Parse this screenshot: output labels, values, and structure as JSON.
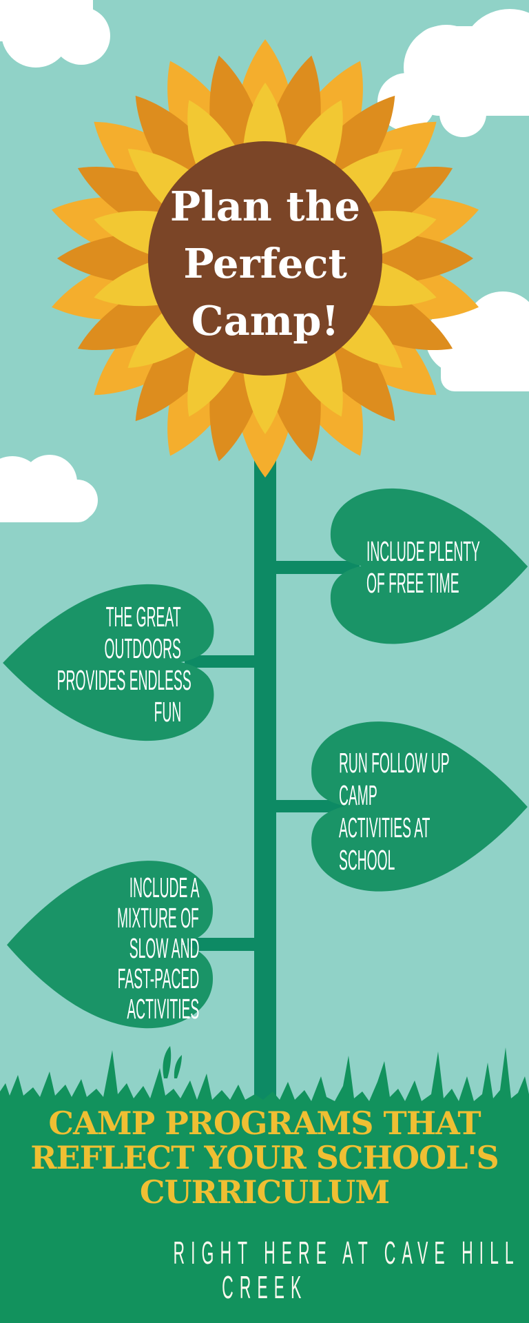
{
  "poster": {
    "flower_title": {
      "lines": [
        "Plan the",
        "Perfect",
        "Camp!"
      ]
    },
    "leaves": [
      {
        "name": "free-time",
        "lines": [
          "INCLUDE PLENTY",
          "OF FREE TIME"
        ]
      },
      {
        "name": "great-outdoors",
        "lines": [
          "THE GREAT",
          "OUTDOORS",
          "PROVIDES ENDLESS",
          "FUN"
        ]
      },
      {
        "name": "follow-up",
        "lines": [
          "RUN FOLLOW UP",
          "CAMP",
          "ACTIVITIES AT",
          "SCHOOL"
        ]
      },
      {
        "name": "mixture",
        "lines": [
          "INCLUDE A",
          "MIXTURE OF",
          "SLOW AND",
          "FAST-PACED",
          "ACTIVITIES"
        ]
      }
    ],
    "footer": {
      "title_lines": [
        "CAMP PROGRAMS THAT",
        "REFLECT YOUR SCHOOL'S",
        "CURRICULUM"
      ],
      "subtitle_lines": [
        "RIGHT HERE AT CAVE HILL",
        "CREEK"
      ]
    },
    "colors": {
      "sky": "#90D2C7",
      "cloud": "#FFFFFF",
      "petal_gold": "#F4AE2D",
      "petal_orange": "#DD8D1E",
      "petal_yellow": "#F2C833",
      "center_brown": "#7B4527",
      "stem_green": "#0D8A64",
      "leaf_green": "#1A9467",
      "grass_green": "#12925D",
      "flower_title_text": "#FFFFFF",
      "leaf_text": "#FFFFFF",
      "footer_title_text": "#EFBF33",
      "footer_subtitle_text": "#FAF8EE"
    }
  }
}
